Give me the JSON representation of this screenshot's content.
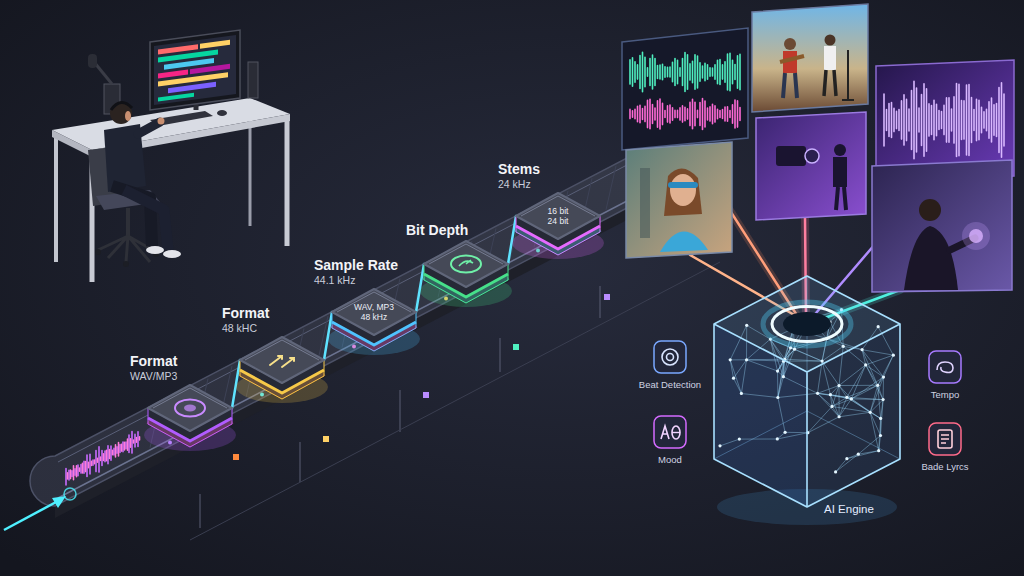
{
  "diagram": {
    "nodes": [
      {
        "text": [
          "Format",
          "WAV/MP3"
        ]
      },
      {
        "text": [
          "Format",
          "48 kHC"
        ]
      },
      {
        "text": [
          "Sample Rate",
          "44.1 kHz",
          "WAV, MP3",
          "48 kHz"
        ]
      },
      {
        "text": [
          "Bit Depth"
        ]
      },
      {
        "text": [
          "Stems",
          "24 kHz",
          "16 bit",
          "24 bit"
        ]
      },
      {
        "text": [
          "Beat Detection"
        ]
      },
      {
        "text": [
          "Tempo"
        ]
      },
      {
        "text": [
          "Mood"
        ]
      },
      {
        "text": [
          "Bade Lyrcs"
        ]
      },
      {
        "text": [
          "AI Engine"
        ]
      }
    ],
    "edges": [
      {
        "from": 0,
        "to": 1,
        "arrow": "none"
      },
      {
        "from": 1,
        "to": 2,
        "arrow": "none"
      },
      {
        "from": 2,
        "to": 3,
        "arrow": "none"
      },
      {
        "from": 3,
        "to": 4,
        "arrow": "none"
      }
    ]
  }
}
